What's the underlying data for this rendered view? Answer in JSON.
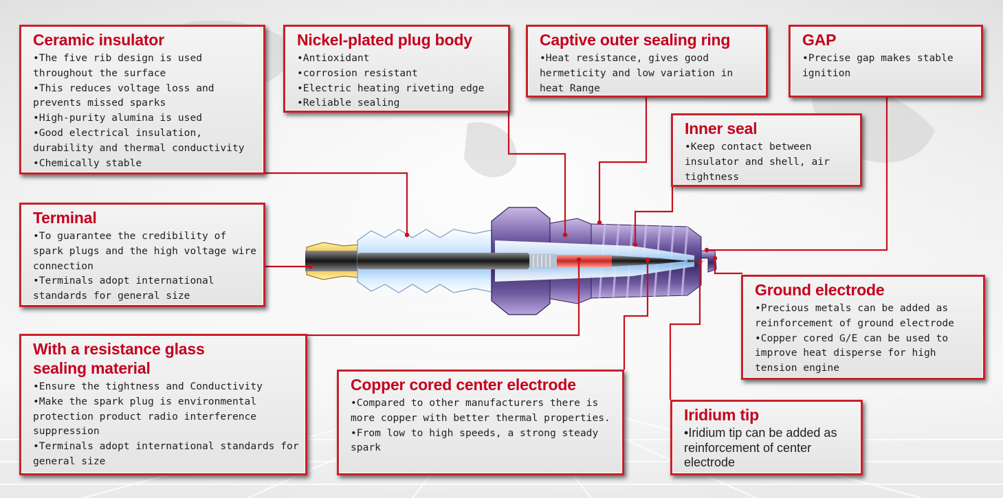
{
  "colors": {
    "accent": "#c4001d",
    "border": "#c8202a",
    "leader": "#c8101e",
    "body_text": "#1f1f1f"
  },
  "callouts": {
    "ceramic_insulator": {
      "title": "Ceramic insulator",
      "items": [
        "The five rib design is used throughout the surface",
        "This reduces voltage loss and prevents missed sparks",
        "High-purity alumina is used",
        "Good electrical insulation, durability and thermal conductivity",
        "Chemically stable"
      ]
    },
    "nickel_plated_body": {
      "title": "Nickel-plated plug body",
      "items": [
        "Antioxidant",
        "corrosion resistant",
        "Electric heating riveting edge",
        "Reliable sealing"
      ]
    },
    "captive_sealing_ring": {
      "title": "Captive outer sealing ring",
      "items": [
        "Heat resistance, gives good hermeticity and low variation in heat Range"
      ]
    },
    "gap": {
      "title": "GAP",
      "items": [
        "Precise gap makes stable ignition"
      ]
    },
    "inner_seal": {
      "title": "Inner seal",
      "items": [
        "Keep contact between insulator and shell, air tightness"
      ]
    },
    "terminal": {
      "title": "Terminal",
      "items": [
        "To guarantee the credibility of spark plugs and the high voltage wire connection",
        "Terminals adopt international standards for general size"
      ]
    },
    "ground_electrode": {
      "title": "Ground electrode",
      "items": [
        "Precious metals can be added as reinforcement of ground electrode",
        "Copper cored G/E can be used to improve heat disperse for high tension engine"
      ]
    },
    "resistance_glass": {
      "title": "With a resistance glass sealing material",
      "items": [
        "Ensure the tightness and Conductivity",
        "Make the spark plug is environmental protection product radio interference suppression",
        "Terminals adopt international standards for general size"
      ]
    },
    "copper_center_electrode": {
      "title": "Copper cored center electrode",
      "items": [
        "Compared to other manufacturers there is more copper with better thermal properties.",
        "From low to high speeds, a strong steady spark"
      ]
    },
    "iridium_tip": {
      "title": "Iridium tip",
      "items": [
        "Iridium tip can be added as reinforcement of center electrode"
      ]
    }
  }
}
